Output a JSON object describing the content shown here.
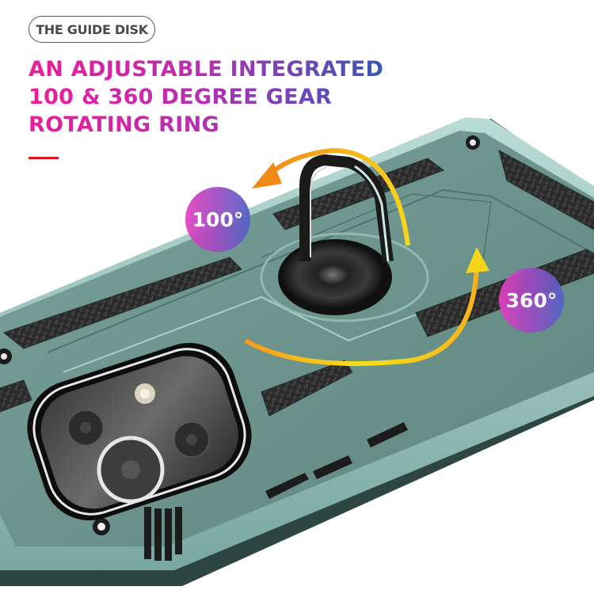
{
  "header": {
    "pill_label": "THE GUIDE DISK",
    "headline_lines": [
      "AN ADJUSTABLE INTEGRATED",
      "100 & 360 DEGREE GEAR",
      "ROTATING RING"
    ]
  },
  "badges": {
    "rotation_small": "100°",
    "rotation_full": "360°"
  },
  "colors": {
    "headline_gradient_start": "#ec1c9a",
    "headline_gradient_end": "#2a5cb2",
    "accent_bar": "#e0141f",
    "case_body": "#6e9690",
    "case_light": "#9cc6bf",
    "case_dark": "#3c5a55",
    "arrow_orange": "#f39a1a",
    "arrow_yellow": "#f7d51a",
    "ring_black": "#1c1c1c"
  },
  "product": {
    "name": "phone-case-with-ring-holder",
    "features": [
      "honeycomb-grip-panels",
      "raised-camera-bezel",
      "rotating-ring-kickstand",
      "corner-screws"
    ]
  }
}
